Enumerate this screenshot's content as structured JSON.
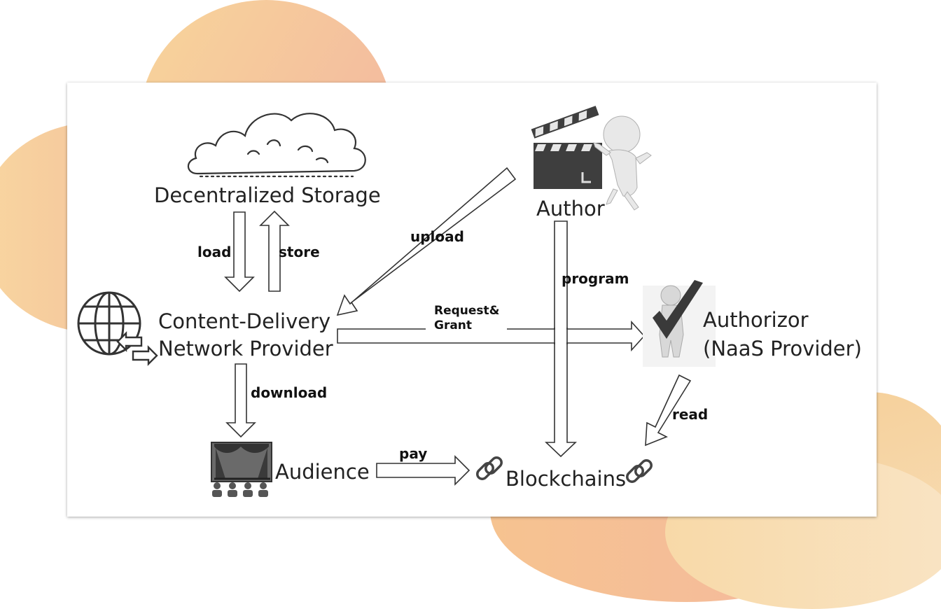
{
  "nodes": {
    "storage": "Decentralized Storage",
    "author": "Author",
    "cdn_line1": "Content-Delivery",
    "cdn_line2": "Network Provider",
    "authorizor_line1": "Authorizor",
    "authorizor_line2": "(NaaS Provider)",
    "audience": "Audience",
    "blockchains": "Blockchains"
  },
  "edges": {
    "load": "load",
    "store": "store",
    "upload": "upload",
    "program": "program",
    "request_line1": "Request&",
    "request_line2": "Grant",
    "download": "download",
    "read": "read",
    "pay": "pay"
  },
  "colors": {
    "background_blob": "#f6c795",
    "background_blob_alt": "#f4b59c",
    "card": "#ffffff",
    "icon_dark": "#3a3a3a"
  },
  "icons": [
    "cloud-icon",
    "clapperboard-icon",
    "person-figure-icon",
    "globe-icon",
    "checkmark-figure-icon",
    "theater-stage-icon",
    "chain-link-icon"
  ]
}
